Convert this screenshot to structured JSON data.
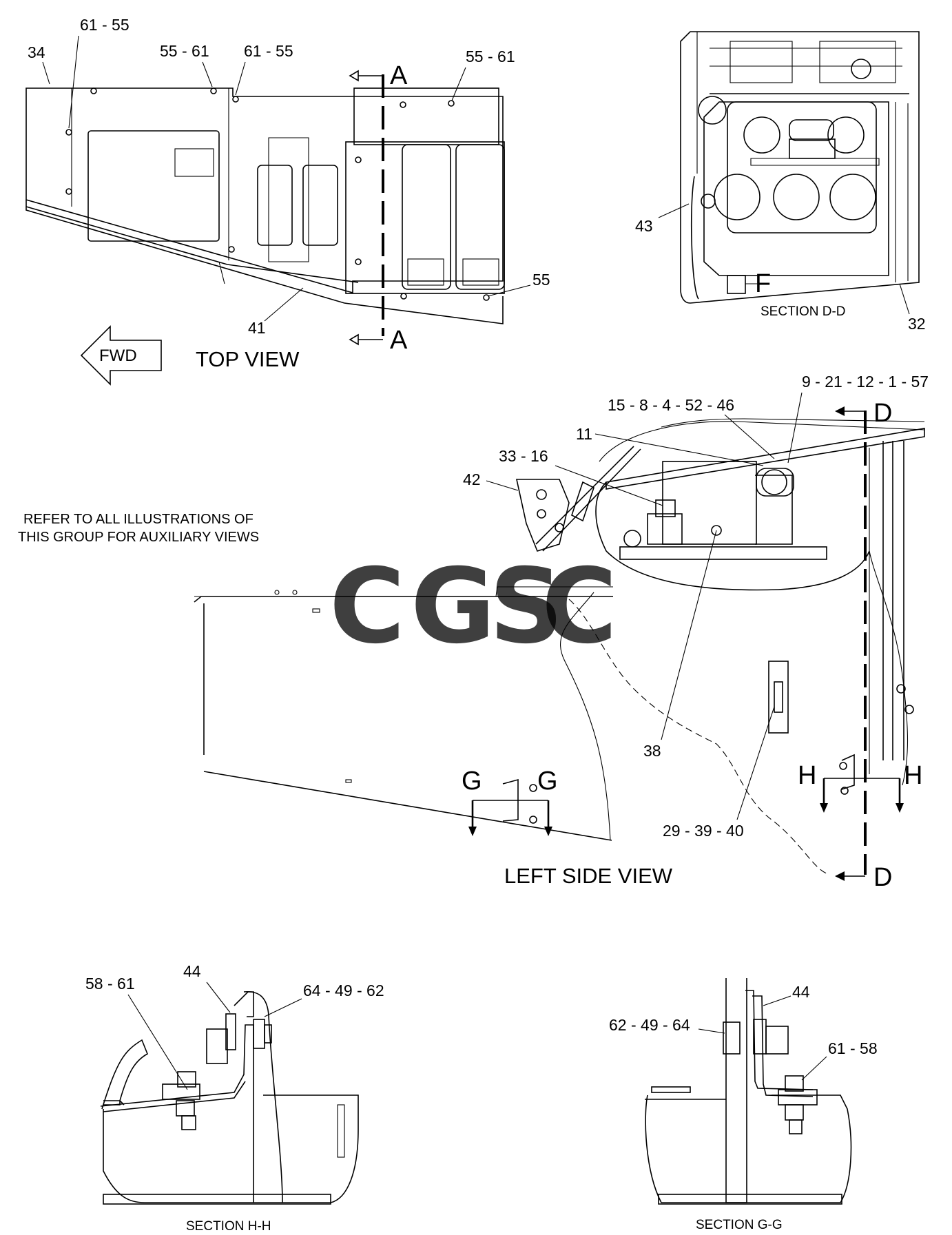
{
  "views": {
    "top_view_title": "TOP VIEW",
    "left_side_view_title": "LEFT SIDE VIEW",
    "section_dd_title": "SECTION D-D",
    "section_hh_title": "SECTION H-H",
    "section_gg_title": "SECTION G-G"
  },
  "note": {
    "line1": "REFER TO ALL ILLUSTRATIONS OF",
    "line2": "THIS GROUP FOR AUXILIARY VIEWS"
  },
  "fwd_arrow_label": "FWD",
  "callouts": {
    "top_34": "34",
    "top_61_55_a": "61 - 55",
    "top_55_61_a": "55 - 61",
    "top_61_55_b": "61 - 55",
    "top_55_61_b": "55 - 61",
    "top_55": "55",
    "top_41": "41",
    "dd_43": "43",
    "dd_32": "32",
    "side_9_21_12_1_57": "9 - 21 - 12 - 1 - 57",
    "side_15_8_4_52_46": "15 - 8 - 4 - 52 - 46",
    "side_11": "11",
    "side_33_16": "33 - 16",
    "side_42": "42",
    "side_38": "38",
    "side_29_39_40": "29 - 39 - 40",
    "hh_58_61": "58 - 61",
    "hh_44": "44",
    "hh_64_49_62": "64 - 49 - 62",
    "gg_44": "44",
    "gg_62_49_64": "62 - 49 - 64",
    "gg_61_58": "61 - 58"
  },
  "section_markers": {
    "a_top": "A",
    "a_bottom": "A",
    "d_top": "D",
    "d_bottom": "D",
    "f": "F",
    "g_left": "G",
    "g_right": "G",
    "h_left": "H",
    "h_right": "H"
  },
  "watermark": {
    "letters": [
      "C",
      "G",
      "S",
      "C"
    ],
    "colors": [
      "#4a86e8",
      "#f06b6b",
      "#f6c945",
      "#4fae77"
    ]
  }
}
